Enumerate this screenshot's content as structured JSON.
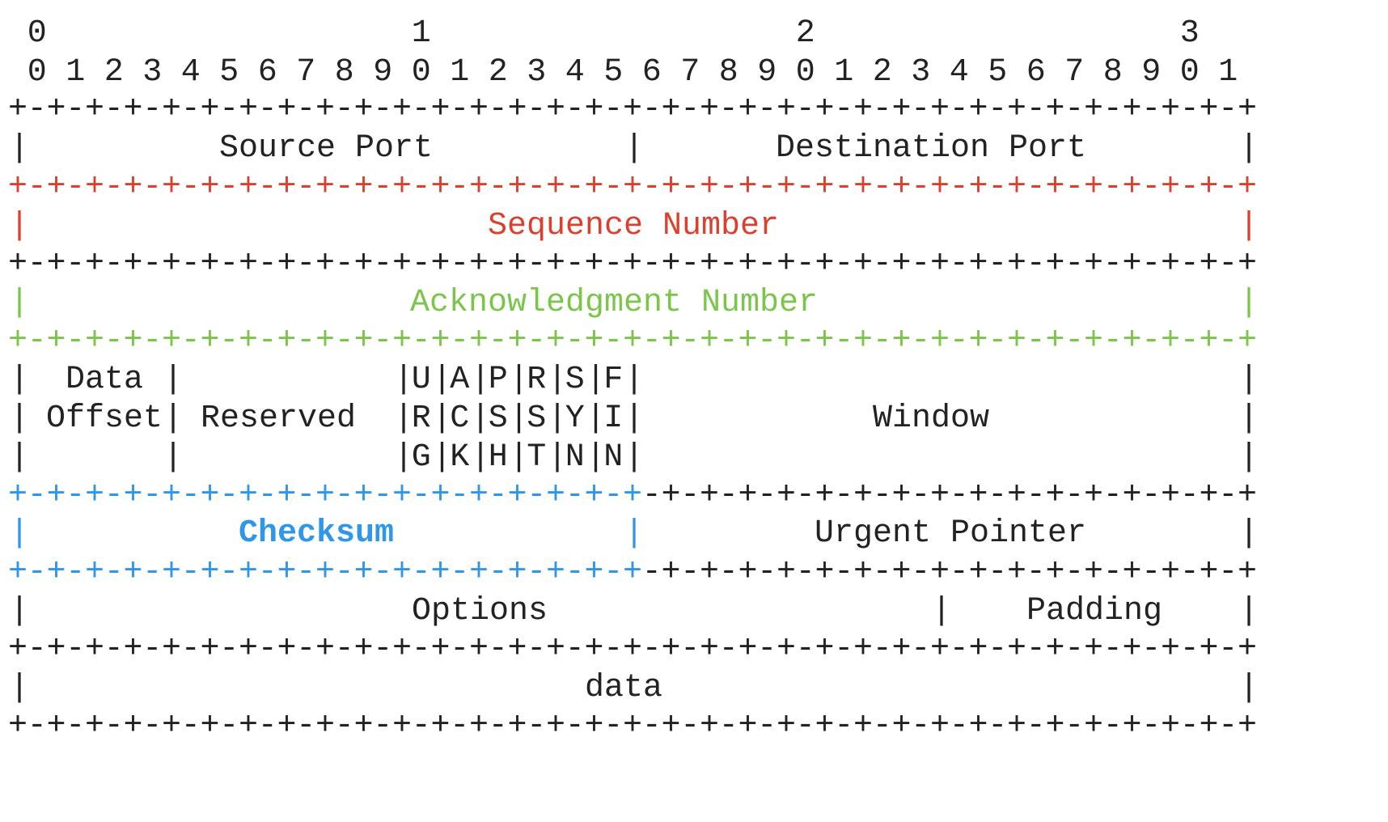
{
  "colors": {
    "default": "#222222",
    "sequence": "#d9412e",
    "acknowledgment": "#7bc64a",
    "checksum": "#2f96e8"
  },
  "header": {
    "tens": [
      "0",
      "1",
      "2",
      "3"
    ],
    "units": [
      "0",
      "1",
      "2",
      "3",
      "4",
      "5",
      "6",
      "7",
      "8",
      "9",
      "0",
      "1",
      "2",
      "3",
      "4",
      "5",
      "6",
      "7",
      "8",
      "9",
      "0",
      "1",
      "2",
      "3",
      "4",
      "5",
      "6",
      "7",
      "8",
      "9",
      "0",
      "1"
    ]
  },
  "fields": {
    "source_port": "Source Port",
    "destination_port": "Destination Port",
    "sequence_number": "Sequence Number",
    "acknowledgment_number": "Acknowledgment Number",
    "data_offset_line1": "Data",
    "data_offset_line2": "Offset",
    "reserved": "Reserved",
    "flags": [
      [
        "U",
        "R",
        "G"
      ],
      [
        "A",
        "C",
        "K"
      ],
      [
        "P",
        "S",
        "H"
      ],
      [
        "R",
        "S",
        "T"
      ],
      [
        "S",
        "Y",
        "N"
      ],
      [
        "F",
        "I",
        "N"
      ]
    ],
    "window": "Window",
    "checksum": "Checksum",
    "urgent_pointer": "Urgent Pointer",
    "options": "Options",
    "padding": "Padding",
    "data": "data"
  }
}
